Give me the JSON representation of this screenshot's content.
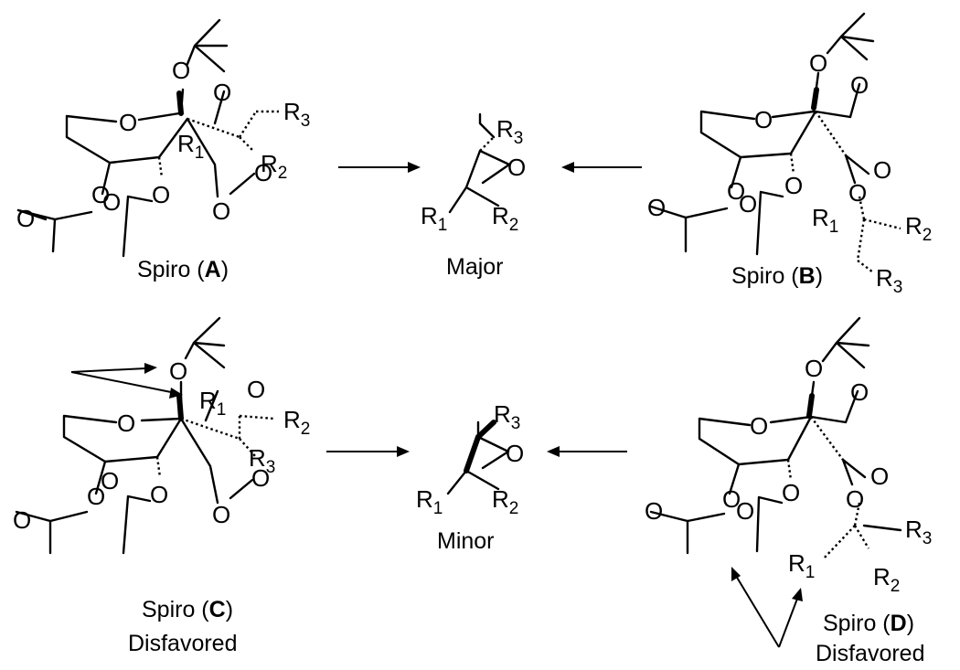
{
  "atoms": {
    "oxygen": "O",
    "r": "R",
    "sub1": "1",
    "sub2": "2",
    "sub3": "3"
  },
  "structures": {
    "A": {
      "prefix": "Spiro (",
      "letter": "A",
      "suffix": ")"
    },
    "B": {
      "prefix": "Spiro (",
      "letter": "B",
      "suffix": ")"
    },
    "C": {
      "prefix": "Spiro (",
      "letter": "C",
      "suffix": ")",
      "note": "Disfavored"
    },
    "D": {
      "prefix": "Spiro (",
      "letter": "D",
      "suffix": ")",
      "note": "Disfavored"
    }
  },
  "products": {
    "major": "Major",
    "minor": "Minor"
  }
}
